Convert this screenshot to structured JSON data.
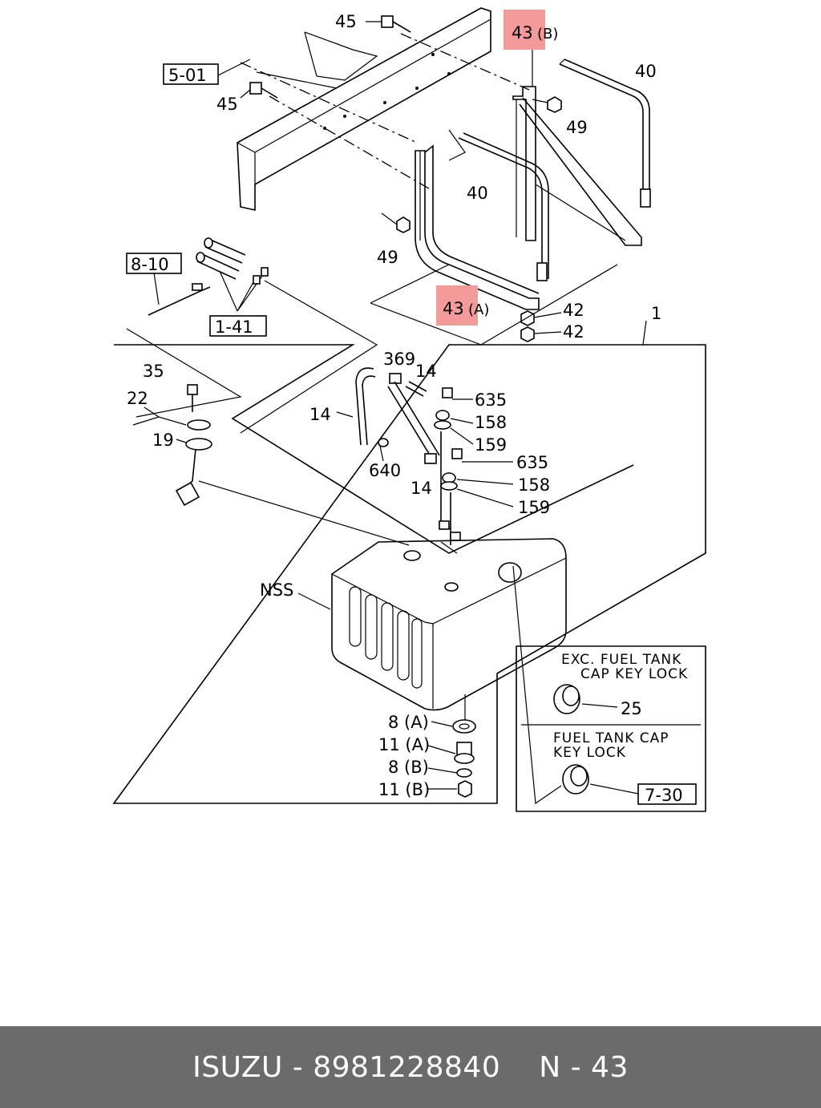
{
  "callouts": {
    "c45a": "45",
    "c43b": "43",
    "c43b_suffix": "(B)",
    "c501": "5-01",
    "c40a": "40",
    "c45b": "45",
    "c49a": "49",
    "c40b": "40",
    "c49b": "49",
    "c810": "8-10",
    "c141": "1-41",
    "c43a": "43",
    "c43a_suffix": "(A)",
    "c42a": "42",
    "c42b": "42",
    "c1": "1",
    "c369": "369",
    "c14a": "14",
    "c35": "35",
    "c635a": "635",
    "c22": "22",
    "c14b": "14",
    "c158a": "158",
    "c19": "19",
    "c159a": "159",
    "c640": "640",
    "c635b": "635",
    "c14c": "14",
    "c158b": "158",
    "c159b": "159",
    "cNSS": "NSS",
    "c8A": "8 (A)",
    "c11A": "11 (A)",
    "c8B": "8 (B)",
    "c11B": "11 (B)",
    "c25": "25",
    "c730": "7-30"
  },
  "notes": {
    "exc_line1": "EXC. FUEL TANK",
    "exc_line2": "CAP KEY LOCK",
    "key_line1": "FUEL TANK CAP",
    "key_line2": "KEY LOCK"
  },
  "highlight_color": "#f39a9a",
  "footer": {
    "brand_part": "ISUZU - 8981228840",
    "ref": "N - 43"
  }
}
